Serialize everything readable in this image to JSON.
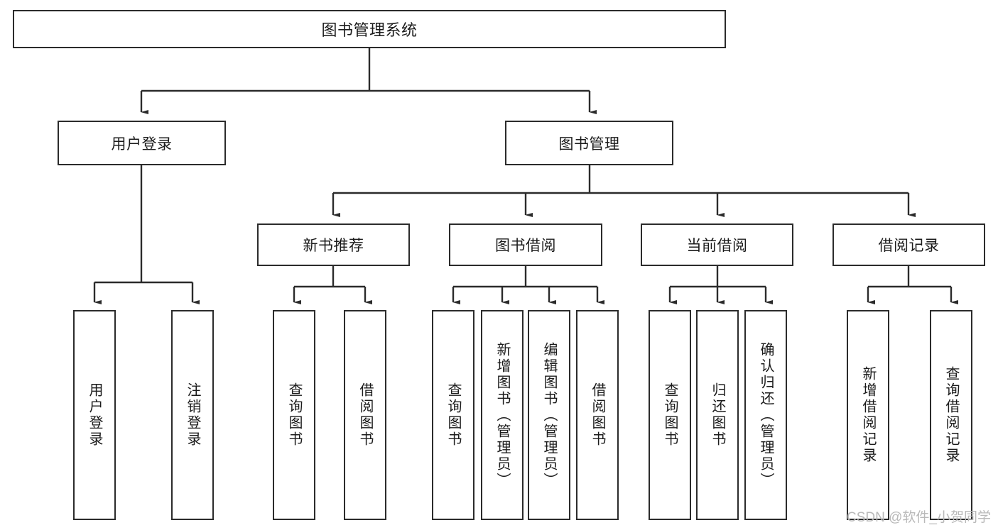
{
  "diagram": {
    "title": "图书管理系统",
    "type": "hierarchy-tree",
    "root": {
      "label": "图书管理系统"
    },
    "level2": [
      {
        "label": "用户登录"
      },
      {
        "label": "图书管理"
      }
    ],
    "level3": [
      {
        "label": "新书推荐"
      },
      {
        "label": "图书借阅"
      },
      {
        "label": "当前借阅"
      },
      {
        "label": "借阅记录"
      }
    ],
    "leaves": {
      "user_login": [
        {
          "label": "用户登录"
        },
        {
          "label": "注销登录"
        }
      ],
      "new_book_recommend": [
        {
          "label": "查询图书"
        },
        {
          "label": "借阅图书"
        }
      ],
      "book_borrow": [
        {
          "label": "查询图书"
        },
        {
          "label": "新增图书（管理员）"
        },
        {
          "label": "编辑图书（管理员）"
        },
        {
          "label": "借阅图书"
        }
      ],
      "current_borrow": [
        {
          "label": "查询图书"
        },
        {
          "label": "归还图书"
        },
        {
          "label": "确认归还（管理员）"
        }
      ],
      "borrow_records": [
        {
          "label": "新增借阅记录"
        },
        {
          "label": "查询借阅记录"
        }
      ]
    }
  },
  "watermark": {
    "text": "CSDN @软件_小贺同学"
  },
  "colors": {
    "stroke": "#2b2b2b",
    "background": "#ffffff",
    "text": "#1b1b1b",
    "watermark": "#b9b9b9"
  }
}
